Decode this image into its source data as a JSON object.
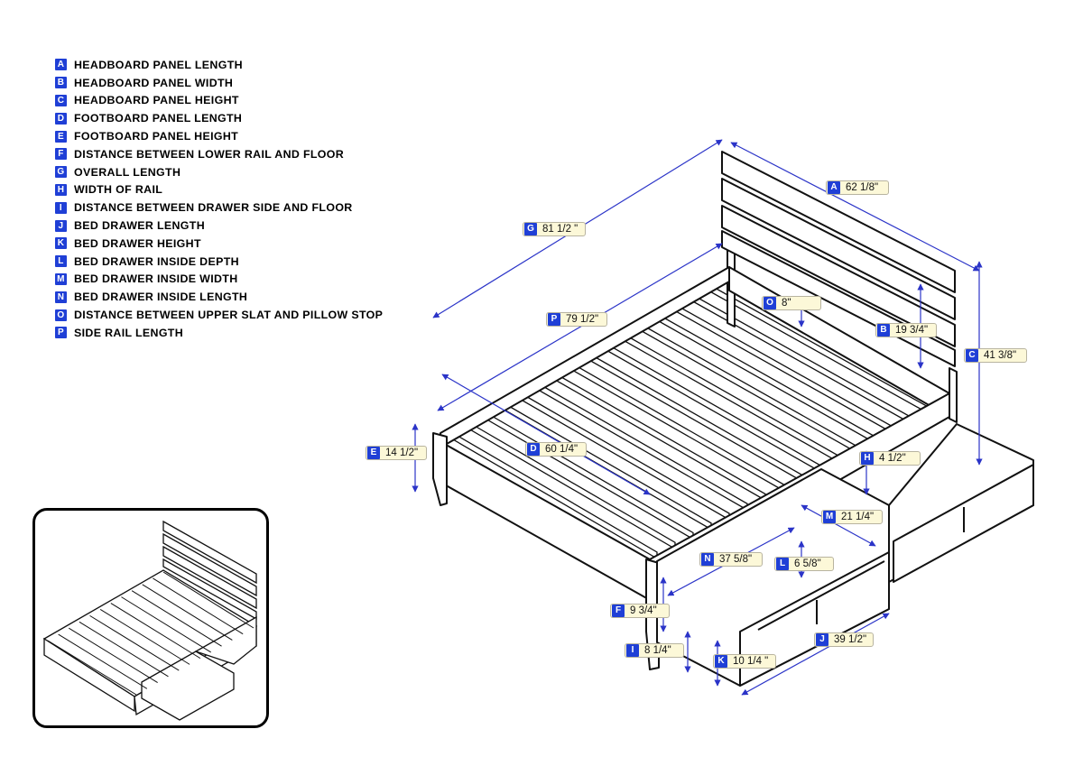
{
  "legend": [
    {
      "key": "A",
      "label": "HEADBOARD PANEL LENGTH"
    },
    {
      "key": "B",
      "label": "HEADBOARD PANEL WIDTH"
    },
    {
      "key": "C",
      "label": "HEADBOARD PANEL HEIGHT"
    },
    {
      "key": "D",
      "label": "FOOTBOARD PANEL LENGTH"
    },
    {
      "key": "E",
      "label": "FOOTBOARD PANEL HEIGHT"
    },
    {
      "key": "F",
      "label": "DISTANCE BETWEEN LOWER RAIL AND FLOOR"
    },
    {
      "key": "G",
      "label": "OVERALL LENGTH"
    },
    {
      "key": "H",
      "label": "WIDTH OF RAIL"
    },
    {
      "key": "I",
      "label": "DISTANCE BETWEEN DRAWER SIDE AND FLOOR"
    },
    {
      "key": "J",
      "label": "BED DRAWER LENGTH"
    },
    {
      "key": "K",
      "label": "BED DRAWER HEIGHT"
    },
    {
      "key": "L",
      "label": "BED DRAWER INSIDE DEPTH"
    },
    {
      "key": "M",
      "label": "BED DRAWER INSIDE WIDTH"
    },
    {
      "key": "N",
      "label": "BED DRAWER INSIDE LENGTH"
    },
    {
      "key": "O",
      "label": "DISTANCE BETWEEN UPPER SLAT AND PILLOW STOP"
    },
    {
      "key": "P",
      "label": "SIDE RAIL LENGTH"
    }
  ],
  "dimensions": {
    "A": {
      "key": "A",
      "value": "62 1/8\""
    },
    "B": {
      "key": "B",
      "value": "19 3/4\""
    },
    "C": {
      "key": "C",
      "value": "41 3/8\""
    },
    "D": {
      "key": "D",
      "value": "60 1/4\""
    },
    "E": {
      "key": "E",
      "value": "14 1/2\""
    },
    "F": {
      "key": "F",
      "value": "9 3/4\""
    },
    "G": {
      "key": "G",
      "value": "81 1/2 \""
    },
    "H": {
      "key": "H",
      "value": "4 1/2\""
    },
    "I": {
      "key": "I",
      "value": "8 1/4\""
    },
    "J": {
      "key": "J",
      "value": "39 1/2\""
    },
    "K": {
      "key": "K",
      "value": "10 1/4 \""
    },
    "L": {
      "key": "L",
      "value": "6 5/8\""
    },
    "M": {
      "key": "M",
      "value": "21 1/4\""
    },
    "N": {
      "key": "N",
      "value": "37 5/8\""
    },
    "O": {
      "key": "O",
      "value": "8\""
    },
    "P": {
      "key": "P",
      "value": "79 1/2\""
    }
  },
  "colors": {
    "accent": "#1f3fd6",
    "dimension_line": "#2b34c8",
    "tag_fill": "#fcf8d8",
    "ink": "#000000"
  }
}
